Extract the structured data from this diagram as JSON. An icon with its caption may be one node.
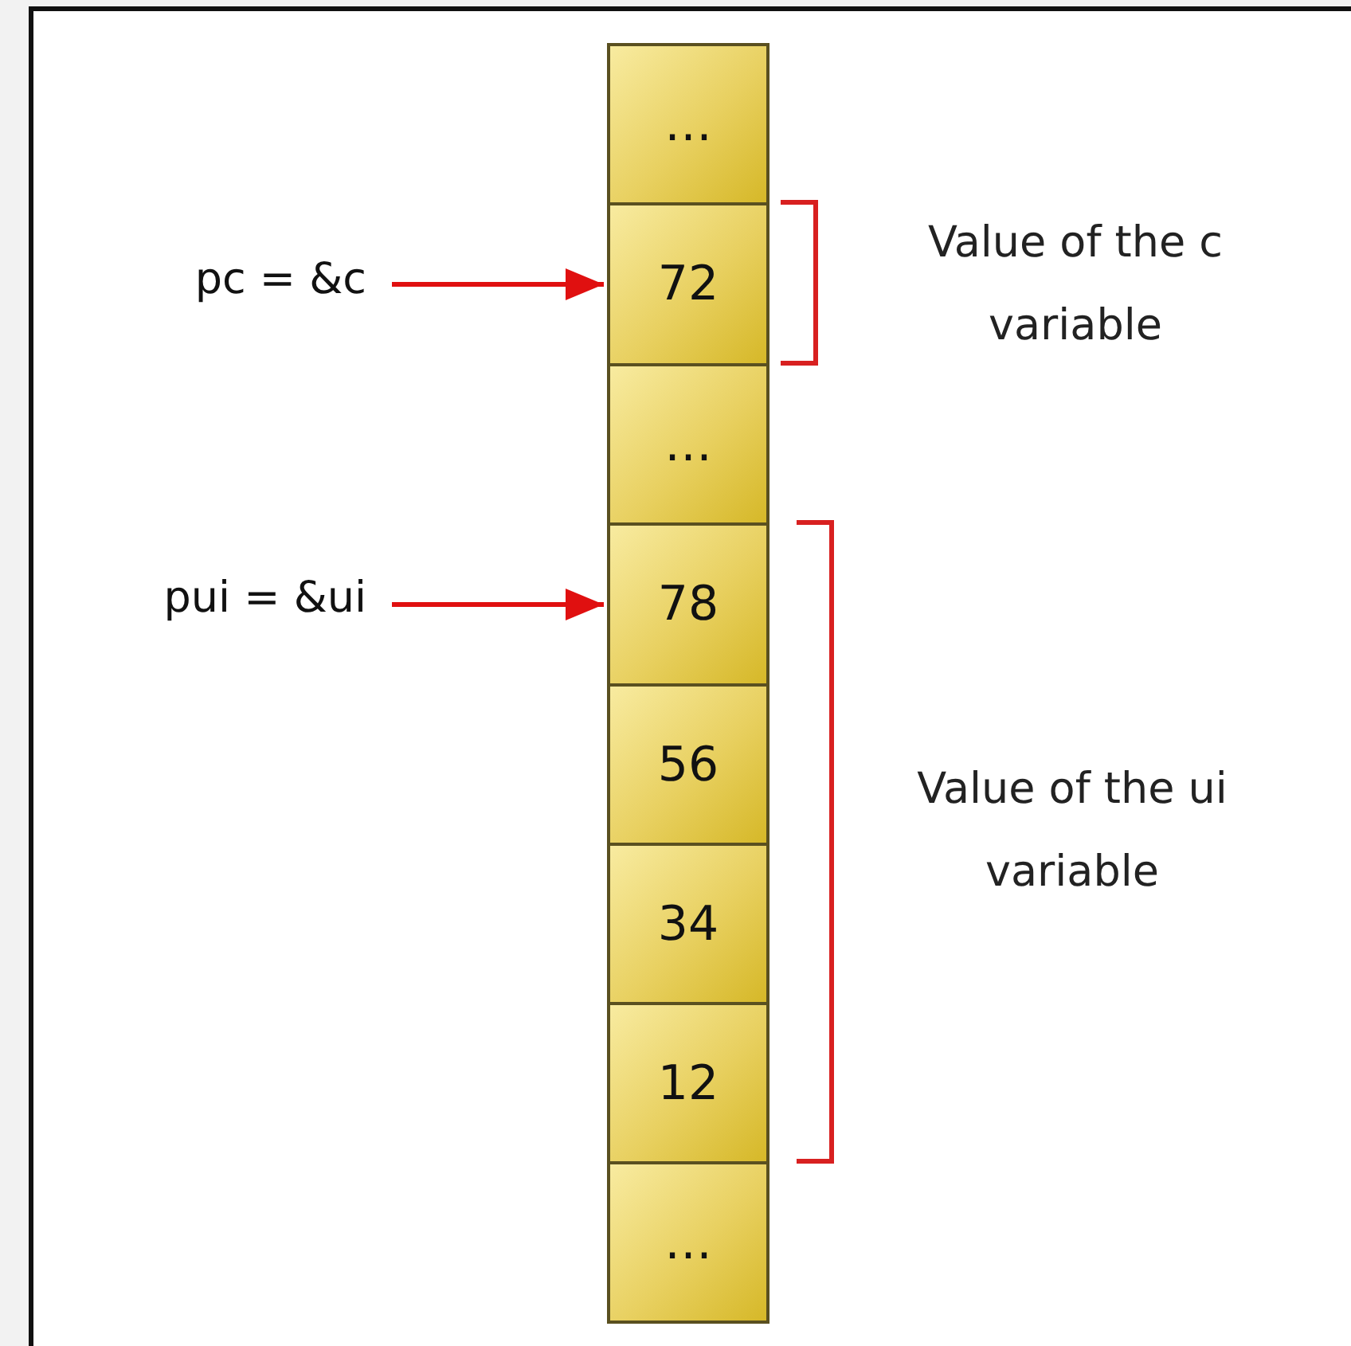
{
  "diagram": {
    "nodes": [
      {
        "text": [
          "…"
        ]
      },
      {
        "text": [
          "72"
        ]
      },
      {
        "text": [
          "…"
        ]
      },
      {
        "text": [
          "78"
        ]
      },
      {
        "text": [
          "56"
        ]
      },
      {
        "text": [
          "34"
        ]
      },
      {
        "text": [
          "12"
        ]
      },
      {
        "text": [
          "…"
        ]
      },
      {
        "text": [
          "pc = &c"
        ]
      },
      {
        "text": [
          "pui = &ui"
        ]
      }
    ],
    "edges": [
      {
        "from": 8,
        "to": 1,
        "arrow": "to"
      },
      {
        "from": 9,
        "to": 3,
        "arrow": "to"
      }
    ],
    "labels": [
      "Value of the c variable",
      "Value of the ui variable"
    ]
  }
}
